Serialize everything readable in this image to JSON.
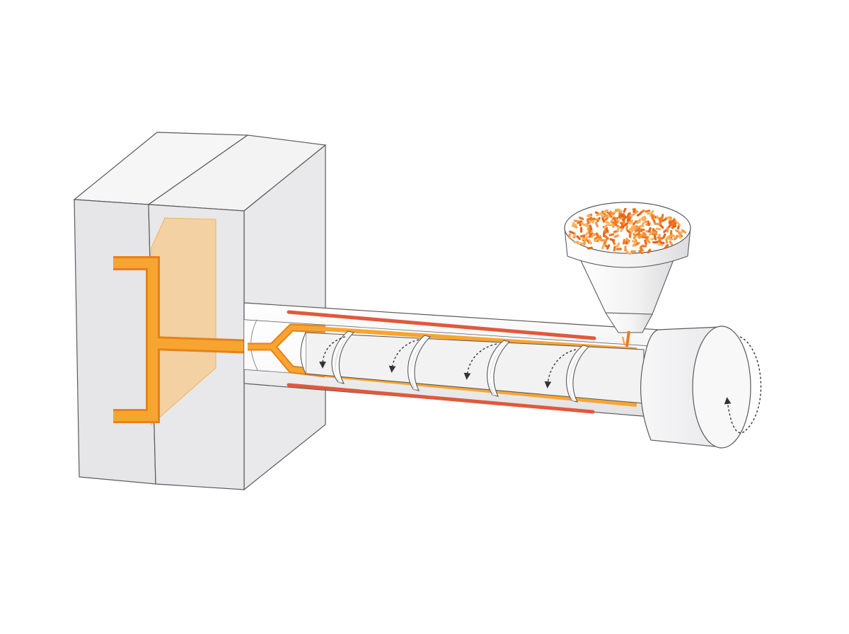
{
  "diagram": {
    "subject": "injection-molding-machine",
    "labels": []
  },
  "colors": {
    "background": "#ffffff",
    "outline": "#5a5a5a",
    "mold_face": "#e6e6e8",
    "mold_top": "#f6f6f7",
    "cavity_fill": "#f7c98a",
    "melt": "#f7a531",
    "melt_edge": "#e8801a",
    "heater": "#e2583b",
    "pellet": "#f07a20",
    "barrel": "#f4f4f5",
    "arrow": "#333333"
  },
  "components": [
    {
      "id": "mold",
      "icon": "mold-block-icon"
    },
    {
      "id": "barrel",
      "icon": "barrel-icon"
    },
    {
      "id": "screw",
      "icon": "screw-icon"
    },
    {
      "id": "hopper",
      "icon": "hopper-icon"
    },
    {
      "id": "drive",
      "icon": "motor-icon"
    }
  ]
}
